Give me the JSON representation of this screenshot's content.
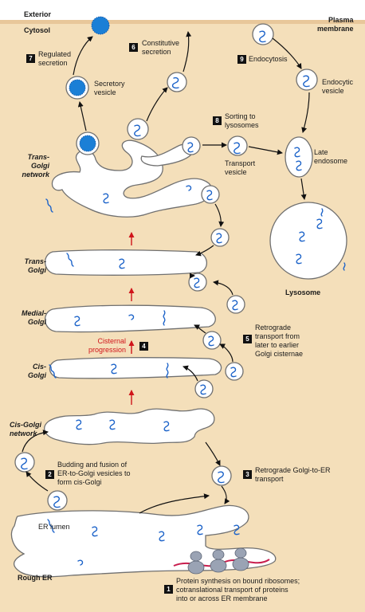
{
  "regions": {
    "exterior": "Exterior",
    "cytosol": "Cytosol",
    "plasma_membrane": "Plasma\nmembrane",
    "er_lumen": "ER lumen",
    "rough_er": "Rough ER"
  },
  "organelles": {
    "secretory_vesicle": "Secretory\nvesicle",
    "trans_golgi_network": "Trans-\nGolgi\nnetwork",
    "transport_vesicle": "Transport\nvesicle",
    "late_endosome": "Late\nendosome",
    "endocytic_vesicle": "Endocytic\nvesicle",
    "lysosome": "Lysosome",
    "trans_golgi": "Trans-\nGolgi",
    "medial_golgi": "Medial-\nGolgi",
    "cis_golgi": "Cis-\nGolgi",
    "cis_golgi_network": "Cis-Golgi\nnetwork",
    "cisternal_progression": "Cisternal\nprogression"
  },
  "steps": [
    {
      "num": "1",
      "text": "Protein synthesis on bound ribosomes;\ncotranslational transport of proteins\ninto or across ER membrane"
    },
    {
      "num": "2",
      "text": "Budding and fusion of\nER-to-Golgi vesicles to\nform cis-Golgi"
    },
    {
      "num": "3",
      "text": "Retrograde Golgi-to-ER\ntransport"
    },
    {
      "num": "4",
      "text": ""
    },
    {
      "num": "5",
      "text": "Retrograde\ntransport from\nlater to earlier\nGolgi cisternae"
    },
    {
      "num": "6",
      "text": "Constitutive\nsecretion"
    },
    {
      "num": "7",
      "text": "Regulated\nsecretion"
    },
    {
      "num": "8",
      "text": "Sorting to\nlysosomes"
    },
    {
      "num": "9",
      "text": "Endocytosis"
    }
  ],
  "colors": {
    "cytosol": "#f4dfba",
    "membrane": "#ffffff",
    "outline": "#6f6f6f",
    "protein": "#1c63c9",
    "secretory_granule": "#1b7fd6",
    "arrow": "#111111",
    "progression_arrow": "#d0141a",
    "ribosome": "#9aa3b4",
    "mrna": "#c81e4e"
  }
}
